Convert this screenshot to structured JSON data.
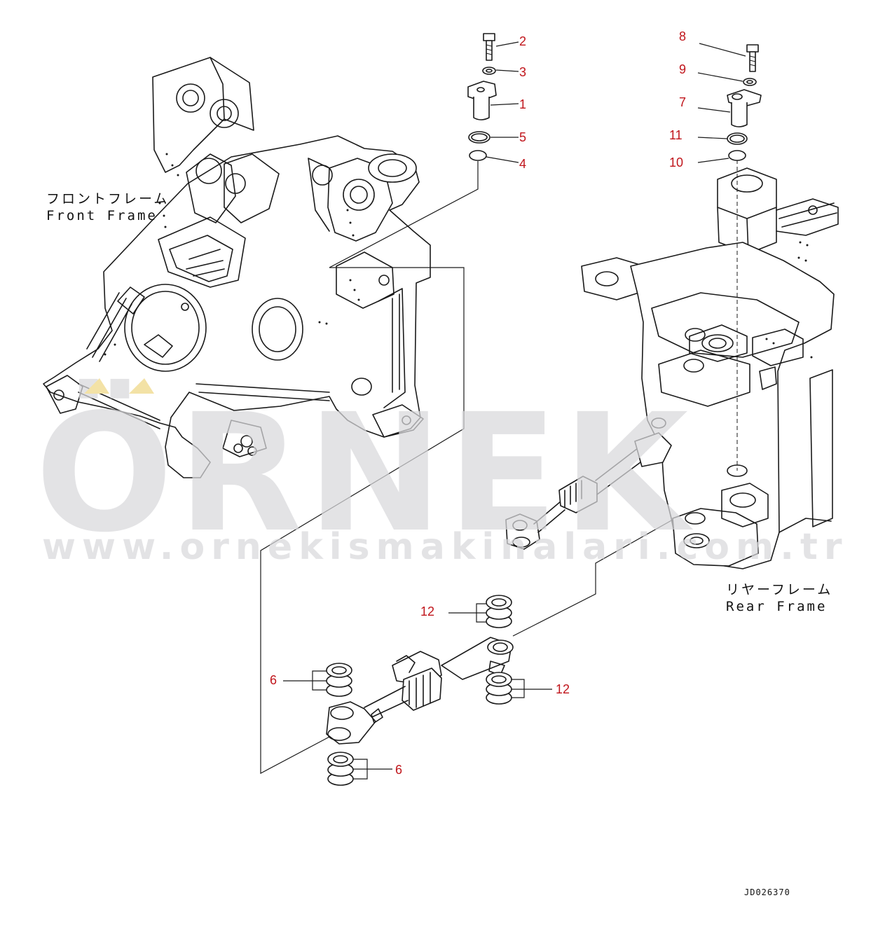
{
  "diagram": {
    "front_frame_label_jp": "フロントフレーム",
    "front_frame_label_en": "Front Frame",
    "rear_frame_label_jp": "リヤーフレーム",
    "rear_frame_label_en": "Rear Frame",
    "drawing_id": "JD026370"
  },
  "callouts": [
    {
      "id": "c-2",
      "label": "2"
    },
    {
      "id": "c-3",
      "label": "3"
    },
    {
      "id": "c-1",
      "label": "1"
    },
    {
      "id": "c-5",
      "label": "5"
    },
    {
      "id": "c-4",
      "label": "4"
    },
    {
      "id": "c-8",
      "label": "8"
    },
    {
      "id": "c-9",
      "label": "9"
    },
    {
      "id": "c-7",
      "label": "7"
    },
    {
      "id": "c-11",
      "label": "11"
    },
    {
      "id": "c-10",
      "label": "10"
    },
    {
      "id": "c-12a",
      "label": "12"
    },
    {
      "id": "c-12b",
      "label": "12"
    },
    {
      "id": "c-6a",
      "label": "6"
    },
    {
      "id": "c-6b",
      "label": "6"
    }
  ],
  "watermark": {
    "brand": "ÖRNEK",
    "url": "www.ornekismakinalari.com.tr",
    "color_text": "#d9d9dc",
    "color_accent": "#f3e2a6"
  },
  "colors": {
    "line": "#1a1a1a",
    "callout": "#c0151b"
  }
}
